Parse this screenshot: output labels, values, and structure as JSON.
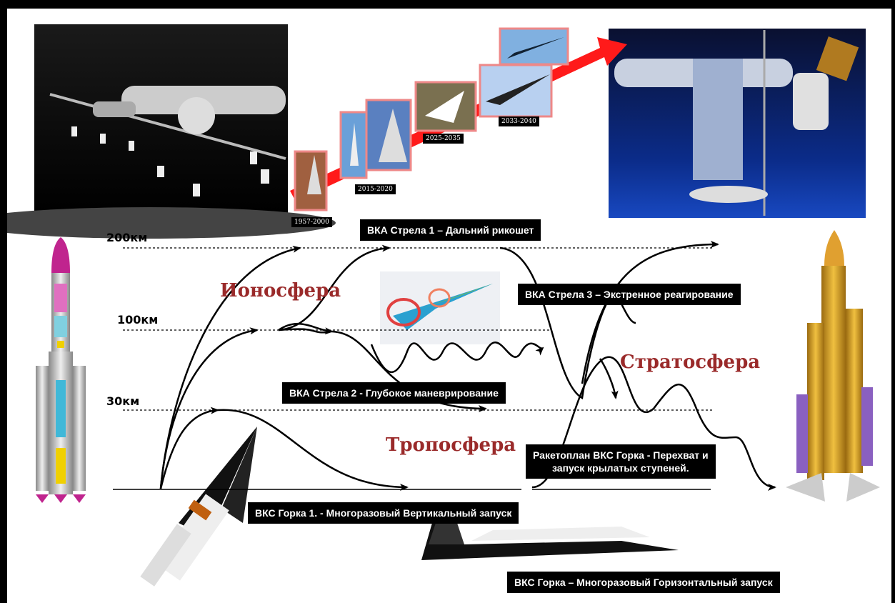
{
  "altitudes": [
    "200км",
    "100км",
    "30км"
  ],
  "layers": {
    "ionosphere": "Ионосфера",
    "stratosphere": "Стратосфера",
    "troposphere": "Тропосфера"
  },
  "labels": {
    "strela1": "ВКА Стрела 1 – Дальний рикошет",
    "strela3": "ВКА Стрела 3 – Экстренное реагирование",
    "strela2": "ВКА Стрела 2 - Глубокое маневрирование",
    "raketoplan_line1": "Ракетоплан ВКС Горка - Перехват и",
    "raketoplan_line2": "запуск крылатых ступеней.",
    "gorka1": "ВКС Горка 1. - Многоразовый Вертикальный запуск",
    "gorka_horizontal": "ВКС Горка – Многоразовый Горизонтальный запуск"
  },
  "timeline_years": [
    "1957-2000",
    "2015-2020",
    "2025-2035",
    "2033-2040"
  ],
  "colors": {
    "arrow": "#ff1a1a",
    "layer_text": "#9a2a2a",
    "label_bg": "#000000"
  }
}
